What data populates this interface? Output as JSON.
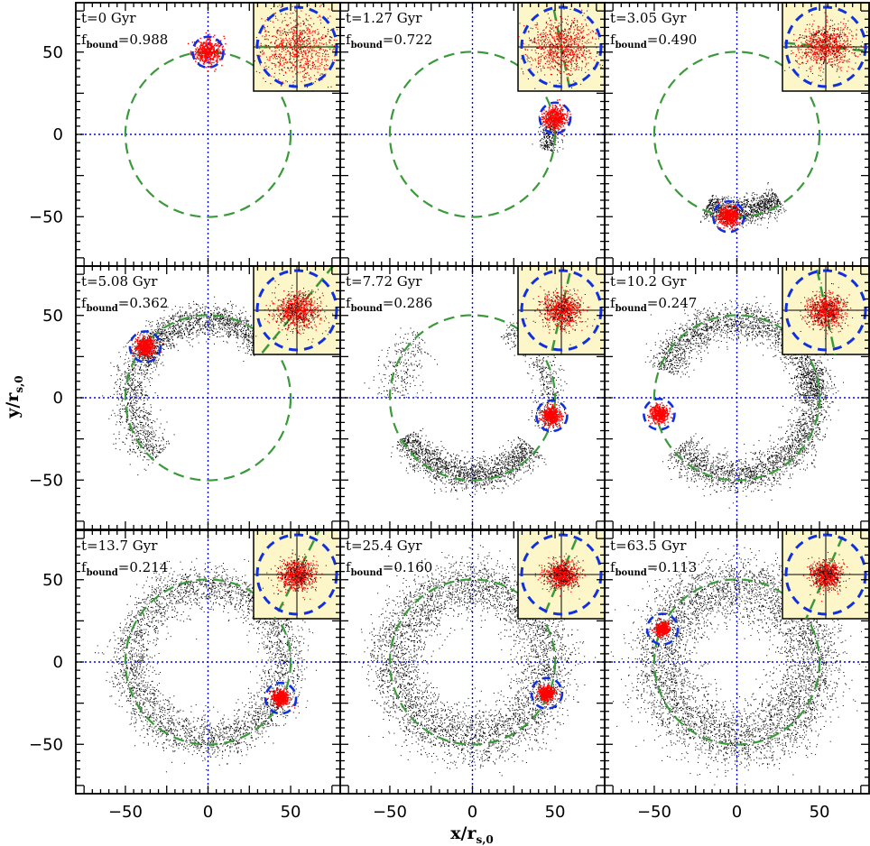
{
  "chart_data": {
    "type": "scatter",
    "grid": false,
    "xlabel": "x/r",
    "xlabel_sub": "s,0",
    "ylabel": "y/r",
    "ylabel_sub": "s,0",
    "xlim": [
      -80,
      80
    ],
    "ylim": [
      -80,
      80
    ],
    "xticks": [
      -50,
      0,
      50
    ],
    "yticks": [
      -50,
      0,
      50
    ],
    "xtick_labels": [
      "−50",
      "0",
      "50"
    ],
    "ytick_labels": [
      "−50",
      "0",
      "50"
    ],
    "orbit_radius": 50,
    "colors": {
      "stripped_particles": "#000000",
      "bound_particles": "#ff0000",
      "orbit": "#3a9a3a",
      "tidal_radius": "#1030e0",
      "crosshair": "#0000ff",
      "inset_background": "#fcf6c8"
    },
    "panels": [
      {
        "time_label": "t=0 Gyr",
        "fbound_label": "f",
        "fbound_sub": "bound",
        "fbound_value": "=0.988",
        "fbound": 0.988,
        "satellite_x": 0,
        "satellite_y": 50
      },
      {
        "time_label": "t=1.27 Gyr",
        "fbound_label": "f",
        "fbound_sub": "bound",
        "fbound_value": "=0.722",
        "fbound": 0.722,
        "satellite_x": 50,
        "satellite_y": 10
      },
      {
        "time_label": "t=3.05 Gyr",
        "fbound_label": "f",
        "fbound_sub": "bound",
        "fbound_value": "=0.490",
        "fbound": 0.49,
        "satellite_x": -5,
        "satellite_y": -50
      },
      {
        "time_label": "t=5.08 Gyr",
        "fbound_label": "f",
        "fbound_sub": "bound",
        "fbound_value": "=0.362",
        "fbound": 0.362,
        "satellite_x": -38,
        "satellite_y": 31
      },
      {
        "time_label": "t=7.72 Gyr",
        "fbound_label": "f",
        "fbound_sub": "bound",
        "fbound_value": "=0.286",
        "fbound": 0.286,
        "satellite_x": 48,
        "satellite_y": -11
      },
      {
        "time_label": "t=10.2 Gyr",
        "fbound_label": "f",
        "fbound_sub": "bound",
        "fbound_value": "=0.247",
        "fbound": 0.247,
        "satellite_x": -47,
        "satellite_y": -10
      },
      {
        "time_label": "t=13.7 Gyr",
        "fbound_label": "f",
        "fbound_sub": "bound",
        "fbound_value": "=0.214",
        "fbound": 0.214,
        "satellite_x": 44,
        "satellite_y": -22
      },
      {
        "time_label": "t=25.4 Gyr",
        "fbound_label": "f",
        "fbound_sub": "bound",
        "fbound_value": "=0.160",
        "fbound": 0.16,
        "satellite_x": 45,
        "satellite_y": -19
      },
      {
        "time_label": "t=63.5 Gyr",
        "fbound_label": "f",
        "fbound_sub": "bound",
        "fbound_value": "=0.113",
        "fbound": 0.113,
        "satellite_x": -45,
        "satellite_y": 20
      }
    ]
  }
}
